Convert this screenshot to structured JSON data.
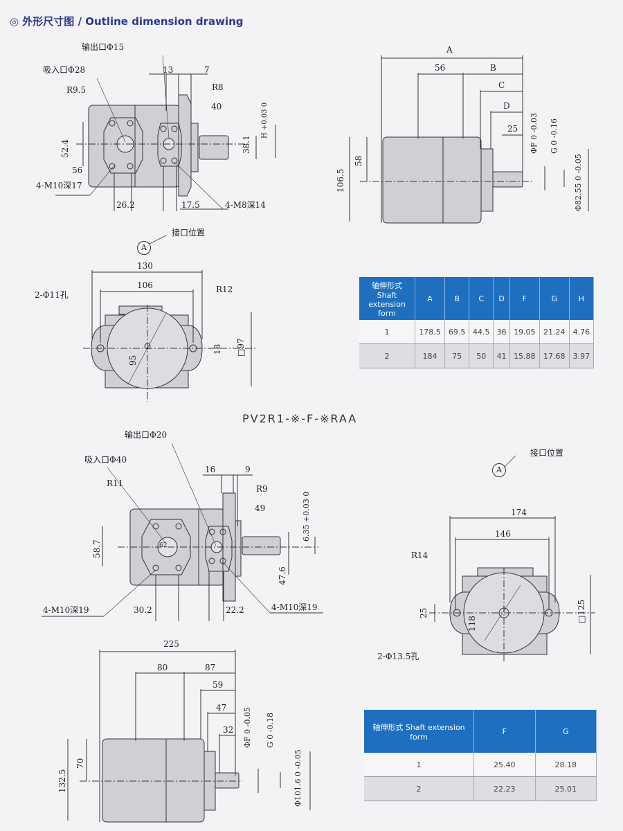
{
  "header": {
    "title": "◎ 外形尺寸图 / Outline dimension drawing"
  },
  "model": "PV2R1-※-F-※RAA",
  "drawing1": {
    "outlet": "输出口Φ15",
    "inlet": "吸入口Φ28",
    "r1": "R9.5",
    "r2": "R8",
    "d13": "13",
    "d7": "7",
    "d40": "40",
    "d52": "52.4",
    "d56": "56",
    "m10": "4-M10深17",
    "d26": "26.2",
    "d17": "17.5",
    "m8": "4-M8深14",
    "d38": "38.1",
    "h": "H +0.03 0"
  },
  "drawing2": {
    "A": "A",
    "B": "B",
    "C": "C",
    "D": "D",
    "d56": "56",
    "d25": "25",
    "d58": "58",
    "d106": "106.5",
    "F": "ΦF 0 -0.03",
    "G": "G 0 -0.16",
    "d82": "Φ82.55 0 -0.05"
  },
  "drawing3": {
    "port": "接口位置",
    "A": "A",
    "d130": "130",
    "d106": "106",
    "holes": "2-Φ11孔",
    "r12": "R12",
    "d95": "95",
    "d18": "18",
    "d97": "□97"
  },
  "table1": {
    "headers": [
      "轴伸形式 Shaft extension form",
      "A",
      "B",
      "C",
      "D",
      "F",
      "G",
      "H"
    ],
    "rows": [
      [
        "1",
        "178.5",
        "69.5",
        "44.5",
        "36",
        "19.05",
        "21.24",
        "4.76"
      ],
      [
        "2",
        "184",
        "75",
        "50",
        "41",
        "15.88",
        "17.68",
        "3.97"
      ]
    ]
  },
  "drawing4": {
    "outlet": "输出口Φ20",
    "inlet": "吸入口Φ40",
    "r11": "R11",
    "r9": "R9",
    "d16": "16",
    "d9": "9",
    "d49": "49",
    "d58": "58.7",
    "d6": "6.35 +0.03 0",
    "d47": "47.6",
    "m10a": "4-M10深19",
    "d30": "30.2",
    "d22": "22.2",
    "m10b": "4-M10深19",
    "d62": "62"
  },
  "drawing5": {
    "port": "接口位置",
    "A": "A",
    "d174": "174",
    "d146": "146",
    "r14": "R14",
    "d25": "25",
    "d118": "118",
    "d125": "□125",
    "holes": "2-Φ13.5孔"
  },
  "drawing6": {
    "d225": "225",
    "d80": "80",
    "d87": "87",
    "d59": "59",
    "d47": "47",
    "d32": "32",
    "d70": "70",
    "d132": "132.5",
    "F": "ΦF 0 -0.05",
    "G": "G 0 -0.18",
    "d101": "Φ101.6 0 -0.05"
  },
  "table2": {
    "headers": [
      "轴伸形式 Shaft extension form",
      "F",
      "G"
    ],
    "rows": [
      [
        "1",
        "25.40",
        "28.18"
      ],
      [
        "2",
        "22.23",
        "25.01"
      ]
    ]
  },
  "colors": {
    "body_fill": "#cfcfd6",
    "table_header": "#1e6fc0",
    "line": "#333333"
  }
}
